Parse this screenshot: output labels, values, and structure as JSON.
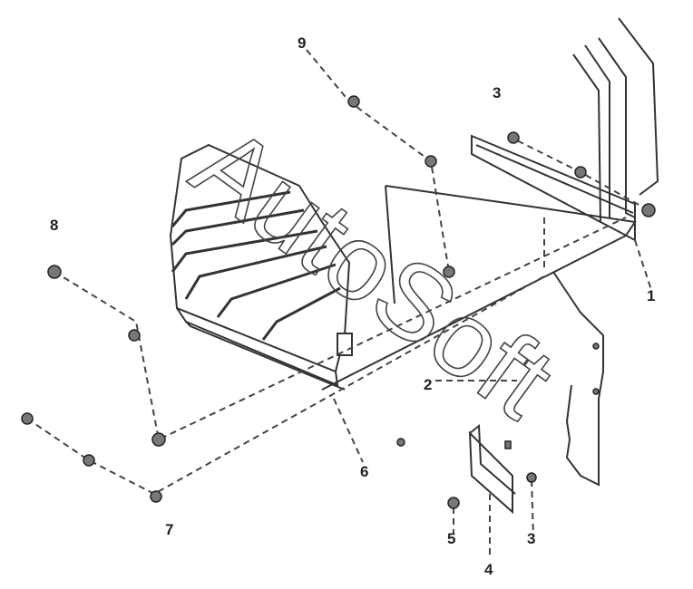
{
  "callouts": {
    "c1": "1",
    "c2": "2",
    "c3a": "3",
    "c3b": "3",
    "c4": "4",
    "c5": "5",
    "c6": "6",
    "c7": "7",
    "c8": "8",
    "c9": "9"
  },
  "watermark": "AutoSoft"
}
